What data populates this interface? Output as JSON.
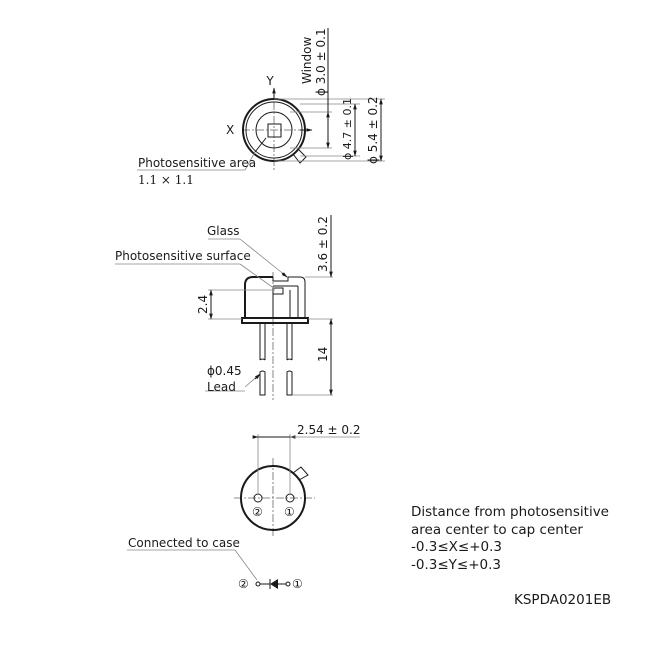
{
  "top_view": {
    "axis_y": "Y",
    "axis_x": "X",
    "window_label": "Window",
    "window_dim": "ϕ 3.0 ± 0.1",
    "dim_inner": "ϕ 4.7 ± 0.1",
    "dim_outer": "ϕ 5.4 ± 0.2",
    "photosensitive_area_label": "Photosensitive area",
    "photosensitive_area_size": "1.1 × 1.1"
  },
  "side_view": {
    "glass_label": "Glass",
    "surface_label": "Photosensitive surface",
    "dim_height": "3.6 ± 0.2",
    "dim_surface": "2.4",
    "dim_lead_length": "14",
    "lead_dia": "ϕ0.45",
    "lead_label": "Lead"
  },
  "bottom_view": {
    "pin_pitch": "2.54 ± 0.2",
    "pin_1": "①",
    "pin_2": "②",
    "case_label": "Connected to case",
    "schematic_pin_2": "②",
    "schematic_pin_1": "①"
  },
  "note": {
    "line1": "Distance from photosensitive",
    "line2": "area center to cap center",
    "line3": "-0.3≤X≤+0.3",
    "line4": "-0.3≤Y≤+0.3"
  },
  "drawing_code": "KSPDA0201EB"
}
